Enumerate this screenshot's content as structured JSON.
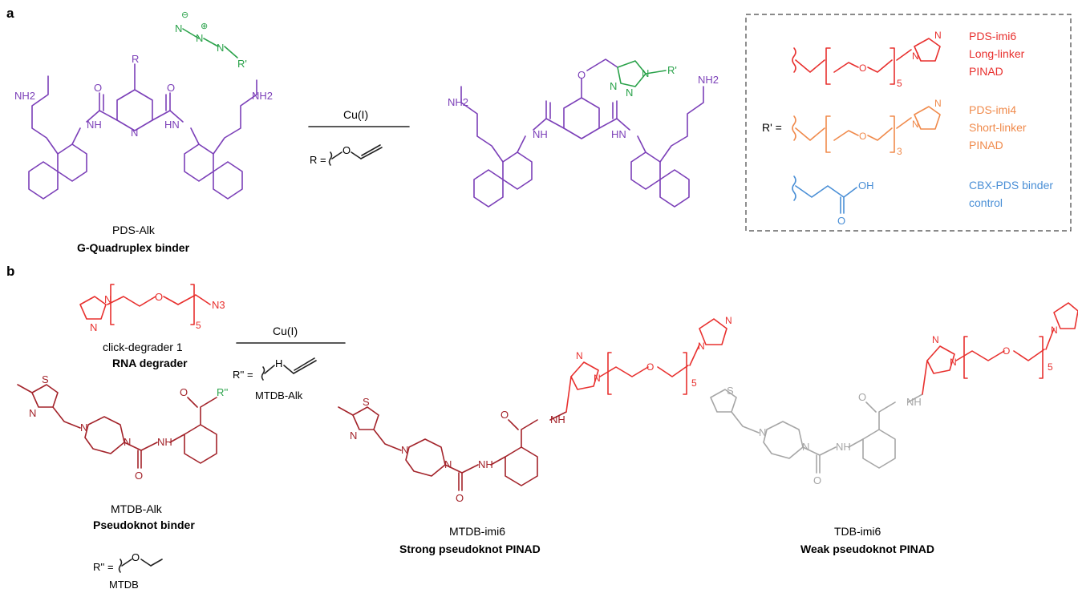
{
  "colors": {
    "pds": "#7b3fb8",
    "azide": "#2aa24a",
    "long": "#e8302e",
    "short": "#f08a4b",
    "control": "#4a8fd6",
    "mtdb": "#a3232a",
    "tdb": "#a6a6a6"
  },
  "panel_a": {
    "label": "a",
    "pds_alk_name": "PDS-Alk",
    "pds_alk_role": "G-Quadruplex binder",
    "reaction_catalyst": "Cu(I)",
    "r_definition": "R =",
    "atoms": {
      "R": "R",
      "Rprime": "R'",
      "NH2": "NH2",
      "NH": "NH",
      "HN": "HN",
      "N": "N",
      "O": "O",
      "azide_minus": "⊖",
      "azide_plus": "⊕"
    },
    "legend": {
      "r_prime_label": "R' =",
      "entries": [
        {
          "line1": "PDS-imi6",
          "line2": "Long-linker",
          "line3": "PINAD",
          "subscript": "5"
        },
        {
          "line1": "PDS-imi4",
          "line2": "Short-linker",
          "line3": "PINAD",
          "subscript": "3"
        },
        {
          "line1": "CBX-PDS binder",
          "line2": "control",
          "line3": "",
          "subscript": ""
        }
      ],
      "oh": "OH"
    }
  },
  "panel_b": {
    "label": "b",
    "degrader_name": "click-degrader 1",
    "degrader_role": "RNA degrader",
    "degrader_subscript": "5",
    "n3": "N3",
    "catalyst": "Cu(I)",
    "r2_label": "R'' =",
    "mtdb_alk_small": "MTDB-Alk",
    "mtdb_alk_name": "MTDB-Alk",
    "mtdb_alk_role": "Pseudoknot binder",
    "r2_label_2": "R'' =",
    "mtdb_small": "MTDB",
    "product1_name": "MTDB-imi6",
    "product1_role": "Strong pseudoknot PINAD",
    "product2_name": "TDB-imi6",
    "product2_role": "Weak pseudoknot PINAD",
    "subscript": "5",
    "atoms": {
      "S": "S",
      "N": "N",
      "O": "O",
      "H": "H",
      "NH": "NH",
      "Rpp": "R''"
    }
  }
}
